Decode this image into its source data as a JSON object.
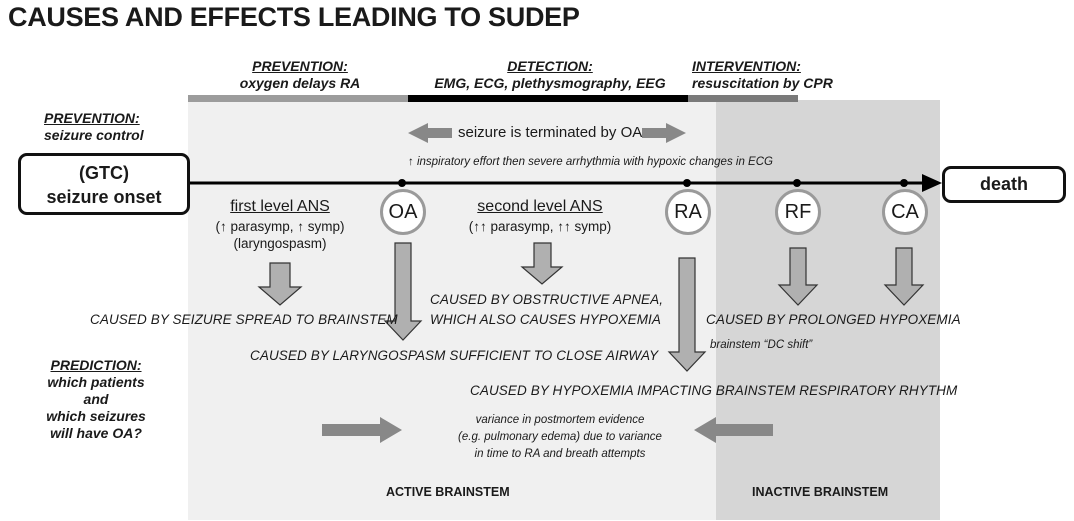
{
  "title": "CAUSES AND EFFECTS LEADING TO SUDEP",
  "top_headers": {
    "prevention": {
      "heading": "PREVENTION:",
      "text": "oxygen delays RA"
    },
    "detection": {
      "heading": "DETECTION:",
      "text": "EMG, ECG, plethysmography, EEG"
    },
    "intervention": {
      "heading": "INTERVENTION:",
      "text": "resuscitation by CPR"
    }
  },
  "left_prevention": {
    "heading": "PREVENTION:",
    "text": "seizure control"
  },
  "prediction": {
    "heading": "PREDICTION:",
    "lines": [
      "which patients",
      "and",
      "which seizures",
      "will have OA?"
    ]
  },
  "start_box": {
    "line1": "(GTC)",
    "line2": "seizure onset"
  },
  "end_box": {
    "label": "death"
  },
  "terminated_label": "seizure is terminated by OA",
  "inspiratory_note": "↑ inspiratory effort then severe arrhythmia with hypoxic changes in ECG",
  "nodes": {
    "oa": "OA",
    "ra": "RA",
    "rf": "RF",
    "ca": "CA"
  },
  "first_ans": {
    "title": "first level ANS",
    "line1": "(↑ parasymp, ↑ symp)",
    "line2": "(laryngospasm)"
  },
  "second_ans": {
    "title": "second level ANS",
    "line1": "(↑↑ parasymp, ↑↑ symp)"
  },
  "causes": {
    "seizure_spread": "CAUSED BY SEIZURE SPREAD TO BRAINSTEM",
    "obstructive_1": "CAUSED BY OBSTRUCTIVE APNEA,",
    "obstructive_2": "WHICH ALSO CAUSES HYPOXEMIA",
    "prolonged": "CAUSED BY PROLONGED HYPOXEMIA",
    "laryngospasm": "CAUSED BY LARYNGOSPASM SUFFICIENT TO CLOSE AIRWAY",
    "hypoxemia_rhythm": "CAUSED BY HYPOXEMIA IMPACTING BRAINSTEM RESPIRATORY RHYTHM"
  },
  "dc_shift": "brainstem “DC shift”",
  "variance": {
    "line1": "variance in postmortem evidence",
    "line2": "(e.g. pulmonary edema) due to variance",
    "line3": "in time to RA and breath attempts"
  },
  "regions": {
    "active": "ACTIVE BRAINSTEM",
    "inactive": "INACTIVE BRAINSTEM"
  },
  "colors": {
    "prevention_bar": "#9c9c9c",
    "detection_bar": "#000000",
    "intervention_bar": "#7a7a7a",
    "active_panel": "#f0f0f0",
    "inactive_panel": "#d6d6d6",
    "arrow_fill": "#a8a8a8"
  }
}
